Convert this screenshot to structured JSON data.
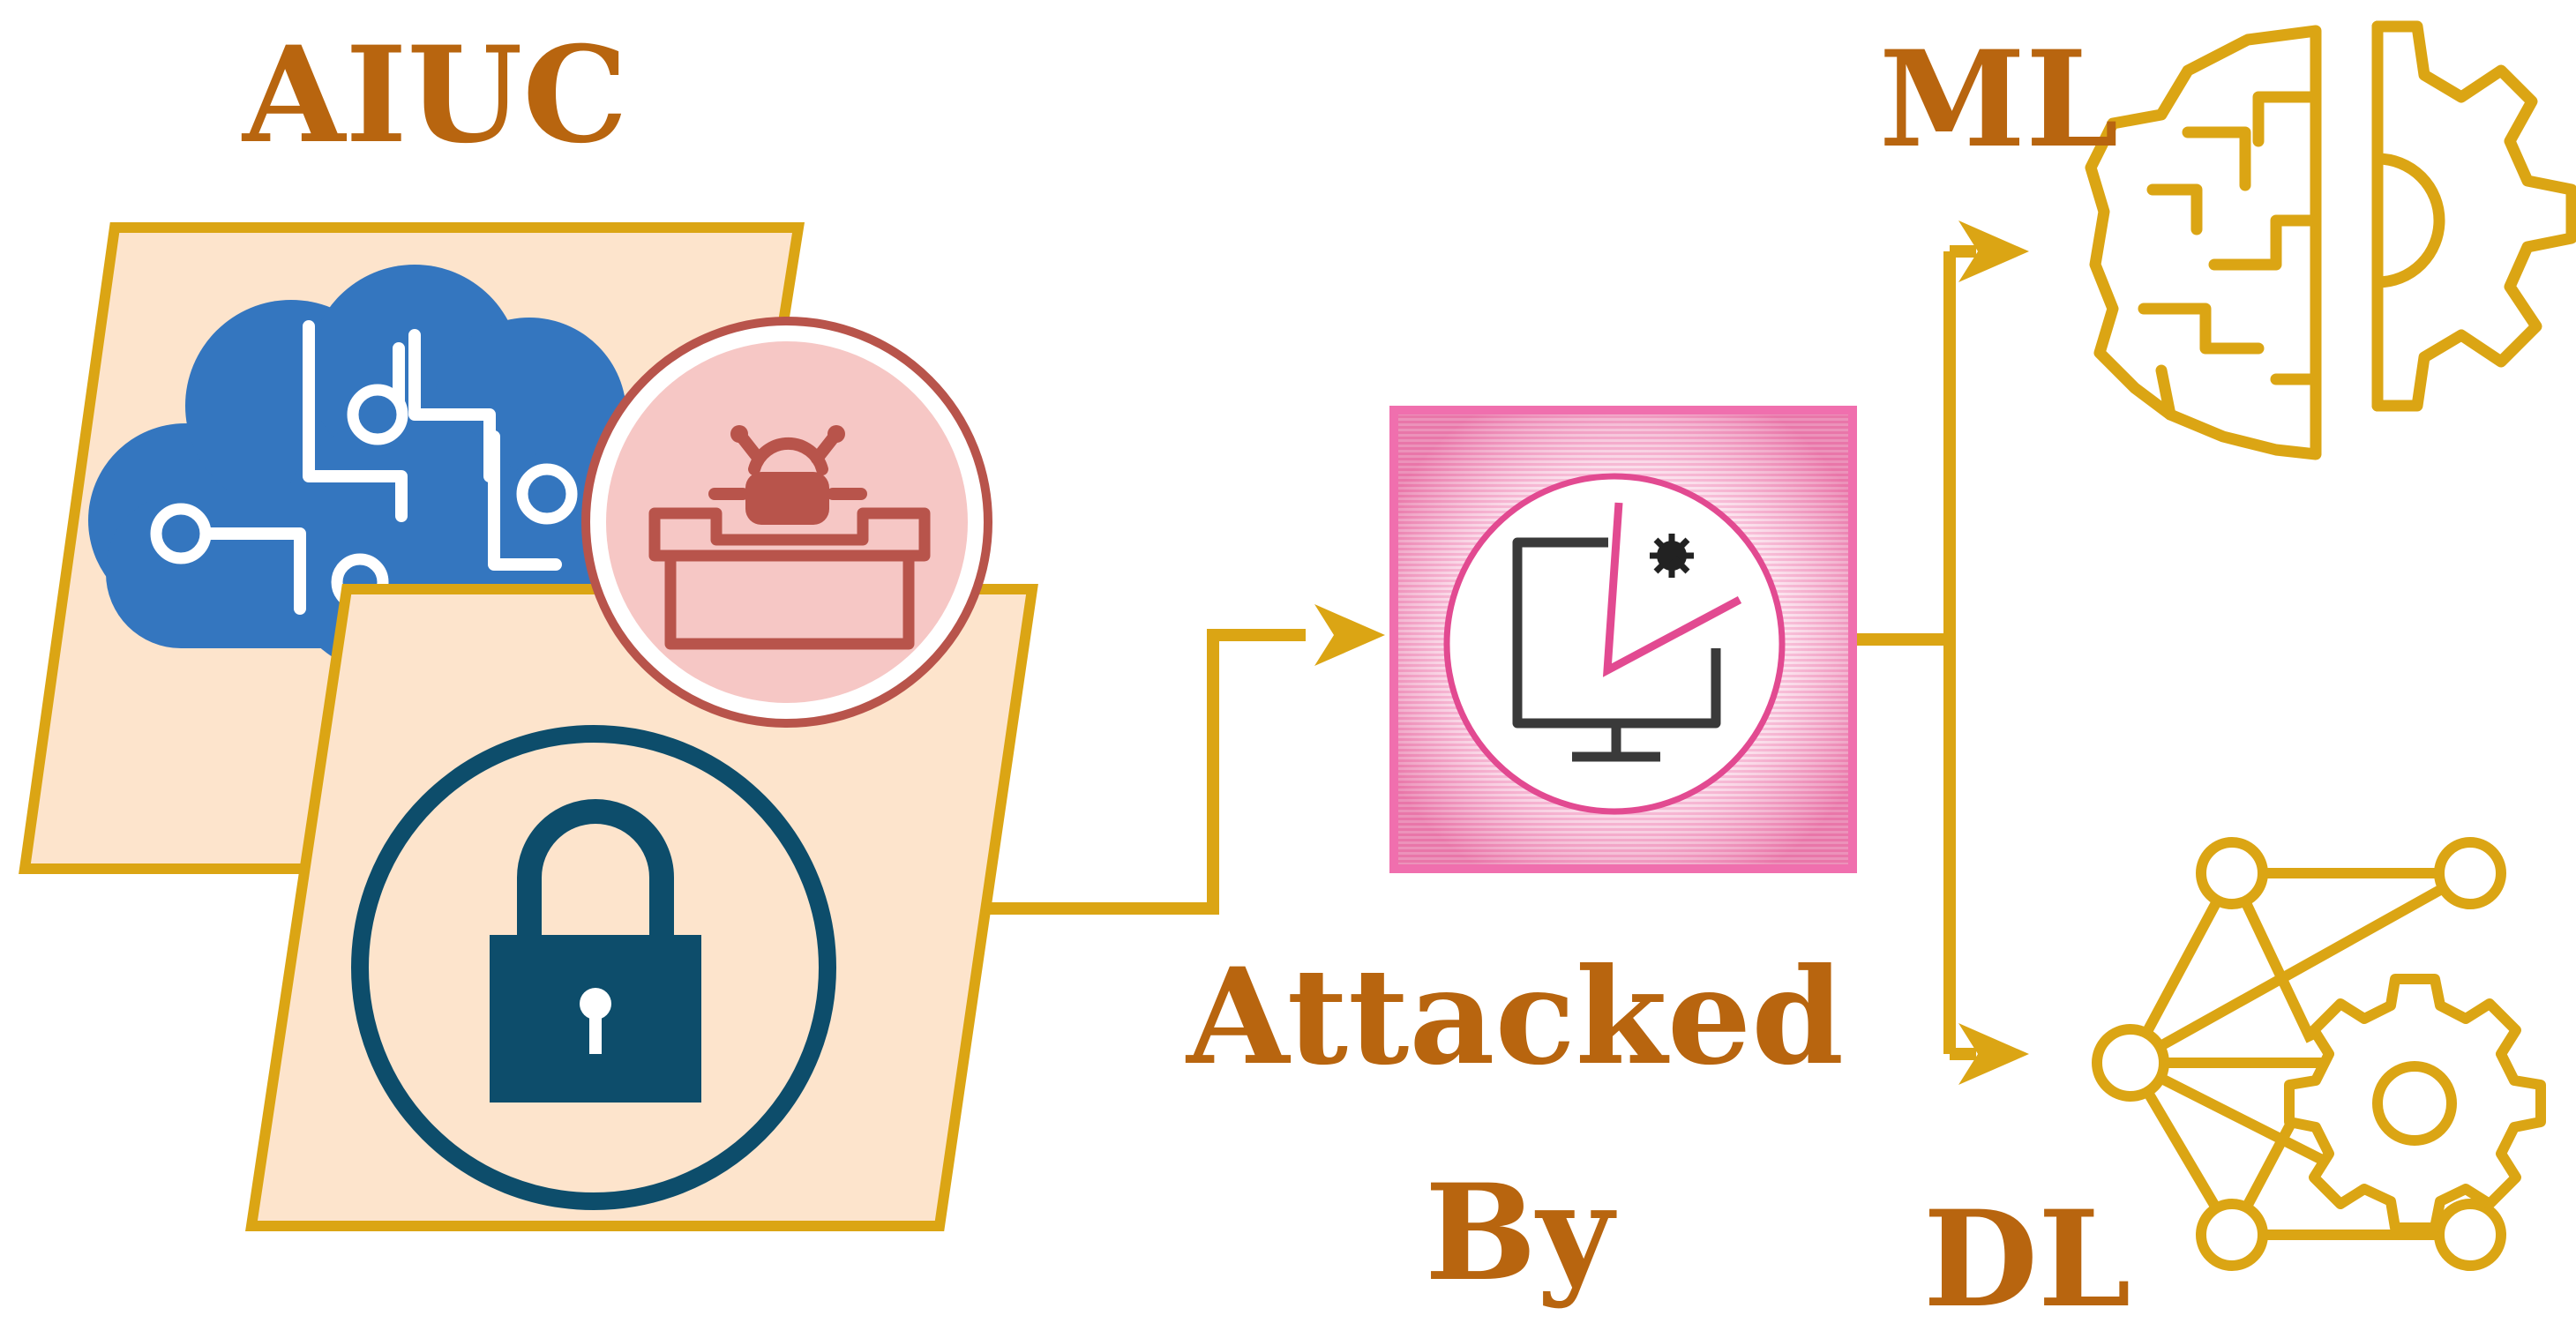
{
  "title": "AIUC",
  "attack_label_line1": "Attacked",
  "attack_label_line2": "By",
  "outputs": {
    "ml": "ML",
    "dl": "DL"
  },
  "icons": {
    "cloud": "ai-circuit-cloud-icon",
    "bug": "bug-in-box-icon",
    "lock": "padlock-icon",
    "attack": "monitor-attack-icon",
    "ml": "brain-gear-icon",
    "dl": "neural-network-gear-icon"
  },
  "colors": {
    "label": "#b8650f",
    "connector": "#dba514",
    "panel_fill": "#fde4cc",
    "cloud": "#3476bf",
    "bug_ring": "#b8544b",
    "lock": "#0d4d6b",
    "attack_frame": "#f06fae"
  }
}
